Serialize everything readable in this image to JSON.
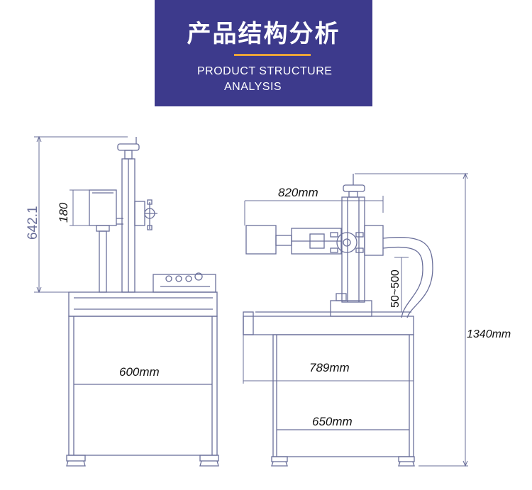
{
  "header": {
    "title_cn": "产品结构分析",
    "title_en_line1": "PRODUCT STRUCTURE",
    "title_en_line2": "ANALYSIS",
    "background_color": "#3d3a8c",
    "accent_color": "#e9a339"
  },
  "dimensions": {
    "left_height": "642.1",
    "left_head": "180",
    "left_width": "600mm",
    "right_arm": "820mm",
    "right_range": "50~500",
    "right_width_outer": "789mm",
    "right_width_inner": "650mm",
    "total_height": "1340mm"
  }
}
